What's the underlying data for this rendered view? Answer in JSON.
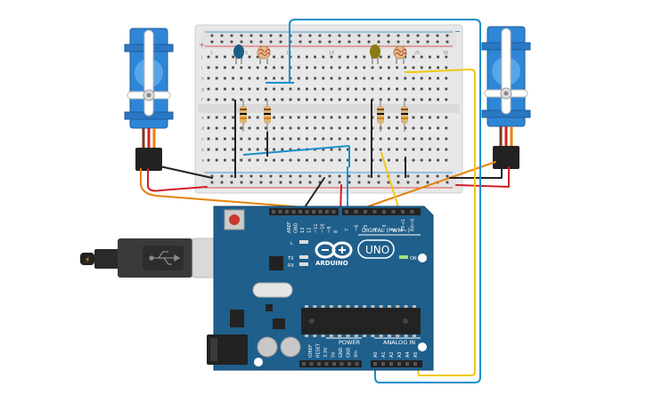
{
  "board": {
    "brand": "ARDUINO",
    "model": "UNO",
    "digital_header": "DIGITAL (PWM~)",
    "power_header": "POWER",
    "analog_header": "ANALOG IN",
    "on_label": "ON",
    "l_label": "L",
    "tx_label": "TX",
    "rx_label": "RX",
    "digital_pins": [
      "AREF",
      "GND",
      "13",
      "12",
      "~11",
      "~10",
      "~9",
      "8",
      "7",
      "~6",
      "~5",
      "4",
      "~3",
      "2",
      "TX→1",
      "RX←0"
    ],
    "power_pins": [
      "IOREF",
      "RESET",
      "3.3V",
      "5V",
      "GND",
      "GND",
      "Vin"
    ],
    "analog_pins": [
      "A0",
      "A1",
      "A2",
      "A3",
      "A4",
      "A5"
    ]
  },
  "breadboard": {
    "row_letters_top": [
      "j",
      "i",
      "h",
      "g",
      "f"
    ],
    "row_letters_bottom": [
      "e",
      "d",
      "c",
      "b",
      "a"
    ],
    "column_numbers": [
      "1",
      "5",
      "10",
      "15",
      "20",
      "25",
      "30"
    ],
    "rail_plus": "+",
    "rail_minus": "−"
  },
  "icons": {
    "usb": "usb-icon",
    "bolt": "lightning-icon"
  },
  "colors": {
    "board_blue": "#1f5f8b",
    "wire_blue": "#1a8fc9",
    "wire_yellow": "#f2c811",
    "wire_orange": "#e6820e",
    "wire_red": "#d0202a",
    "wire_black": "#222222",
    "servo_blue": "#2f86d6"
  }
}
